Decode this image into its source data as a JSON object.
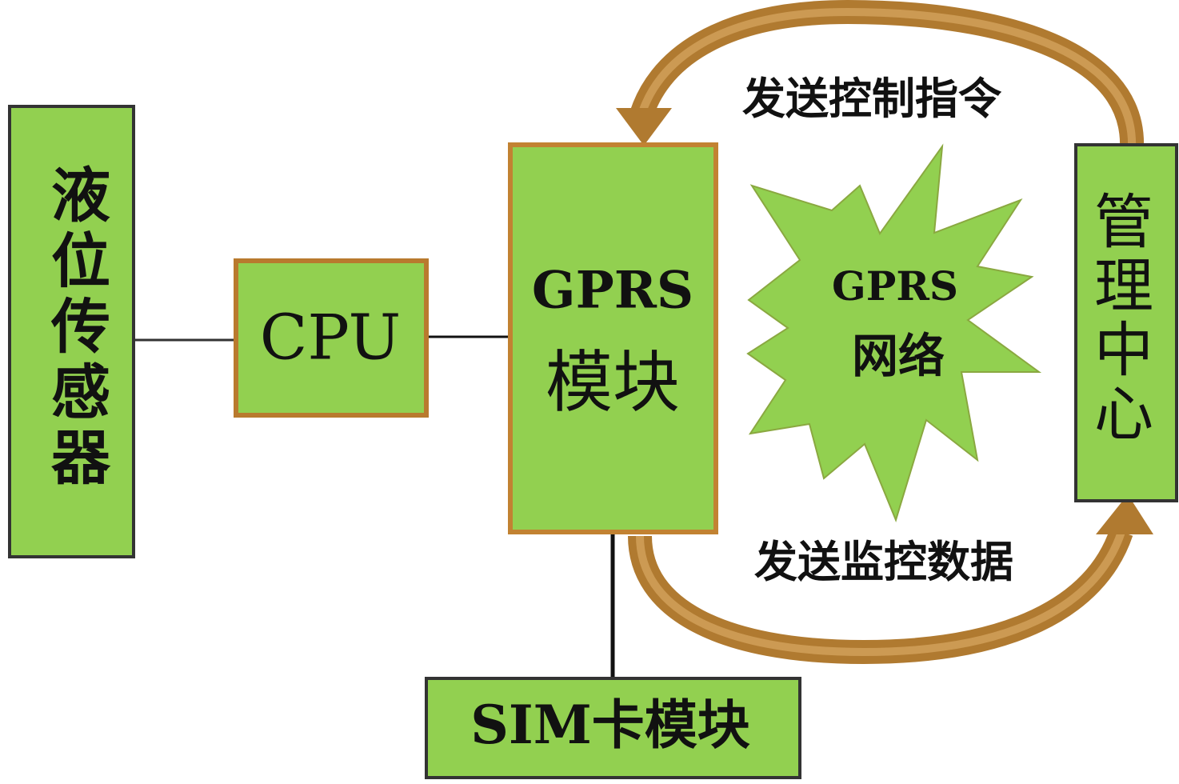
{
  "nodes": {
    "sensor": {
      "label": "液位传感器"
    },
    "cpu": {
      "label": "CPU"
    },
    "gprs_module": {
      "line1": "GPRS",
      "line2": "模块"
    },
    "gprs_network": {
      "line1": "GPRS",
      "line2": "网络"
    },
    "management_center": {
      "label": "管理中心"
    },
    "sim_module": {
      "label": "SIM卡模块"
    }
  },
  "arrows": {
    "send_control": {
      "label": "发送控制指令"
    },
    "send_monitor": {
      "label": "发送监控数据"
    }
  },
  "colors": {
    "box_fill": "#92d050",
    "sensor_border": "#333333",
    "cpu_border": "#b97a2e",
    "arrow": "#b07a30",
    "line": "#111111"
  }
}
